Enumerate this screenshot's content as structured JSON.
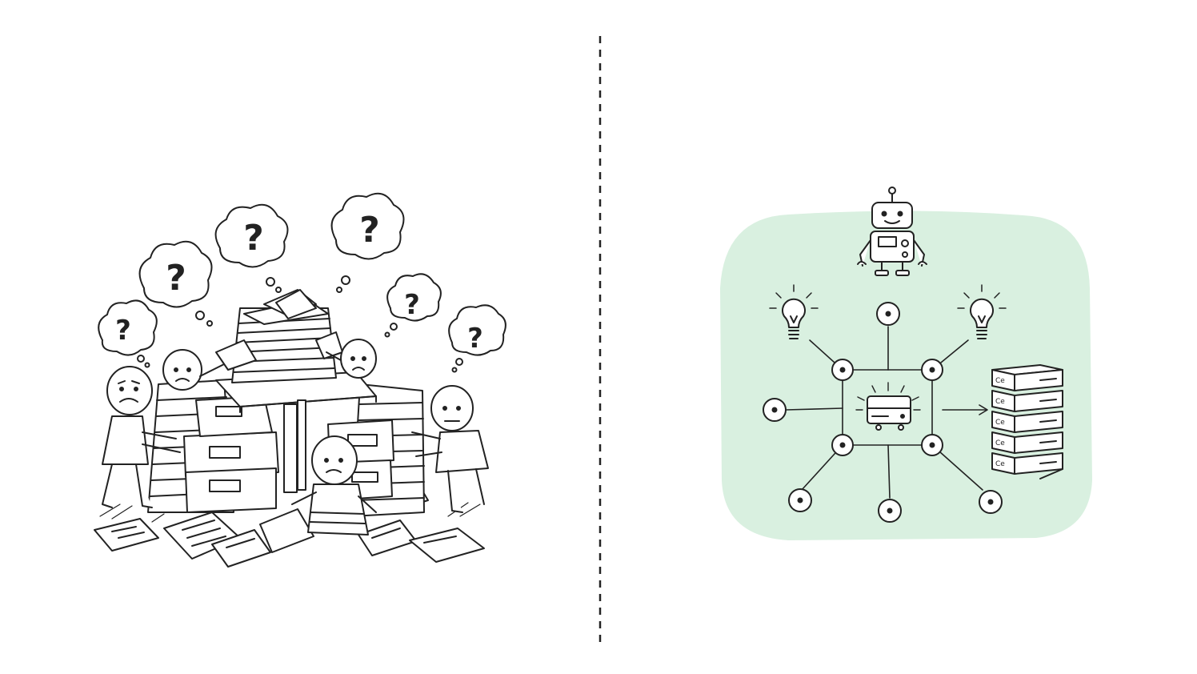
{
  "colors": {
    "ink": "#222222",
    "background": "#ffffff",
    "panel_fill": "#d9f0e0"
  },
  "left_panel": {
    "thought_marks": [
      "?",
      "?",
      "?",
      "?",
      "?",
      "?"
    ]
  },
  "right_panel": {
    "server_labels": [
      "Ce",
      "Ce",
      "Ce",
      "Ce",
      "Ce"
    ]
  }
}
